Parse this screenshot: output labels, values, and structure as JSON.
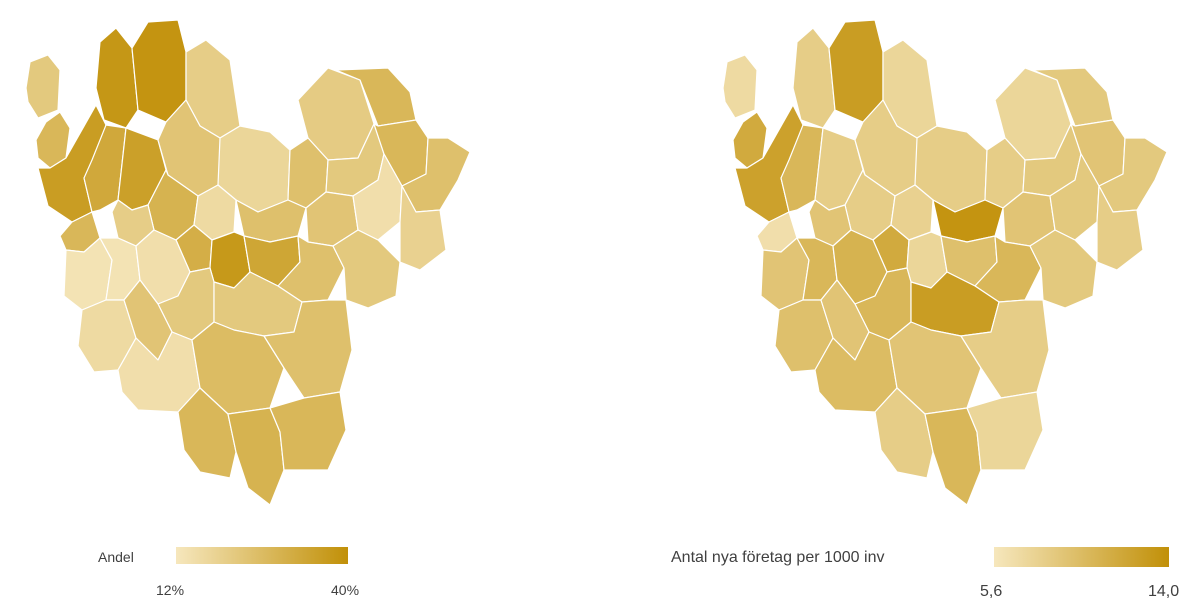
{
  "colors": {
    "scale_low": "#F6E7BD",
    "scale_high": "#C19008",
    "text": "#404040",
    "background": "#FFFFFF"
  },
  "maps": [
    {
      "legend": {
        "title": "Andel",
        "min": "12%",
        "max": "40%"
      },
      "region_levels": [
        0.35,
        0.55,
        0.92,
        0.95,
        0.3,
        0.32,
        0.55,
        0.85,
        0.55,
        0.72,
        0.82,
        0.4,
        0.2,
        0.45,
        0.35,
        0.55,
        0.45,
        0.6,
        0.15,
        0.45,
        0.4,
        0.1,
        0.25,
        0.3,
        0.65,
        0.9,
        0.75,
        0.45,
        0.35,
        0.05,
        0.05,
        0.1,
        0.35,
        0.35,
        0.15,
        0.4,
        0.1,
        0.5,
        0.45,
        0.55,
        0.6,
        0.55
      ]
    },
    {
      "legend": {
        "title": "Antal nya företag per 1000 inv",
        "min": "5,6",
        "max": "14,0"
      },
      "region_levels": [
        0.15,
        0.7,
        0.3,
        0.85,
        0.2,
        0.2,
        0.35,
        0.8,
        0.1,
        0.55,
        0.3,
        0.3,
        0.3,
        0.3,
        0.35,
        0.4,
        0.35,
        0.3,
        0.25,
        0.95,
        0.4,
        0.35,
        0.3,
        0.4,
        0.7,
        0.2,
        0.45,
        0.55,
        0.35,
        0.4,
        0.55,
        0.6,
        0.55,
        0.85,
        0.45,
        0.4,
        0.5,
        0.4,
        0.3,
        0.3,
        0.55,
        0.2
      ]
    }
  ]
}
